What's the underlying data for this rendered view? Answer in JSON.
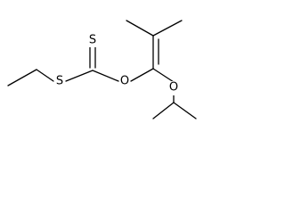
{
  "molecule": {
    "atom_labels": {
      "sulfur_thioether": "S",
      "sulfur_thione": "S",
      "oxygen_ester": "O",
      "oxygen_ether": "O"
    }
  },
  "colors": {
    "bond": "#000000",
    "label": "#000000",
    "background": "#ffffff"
  }
}
